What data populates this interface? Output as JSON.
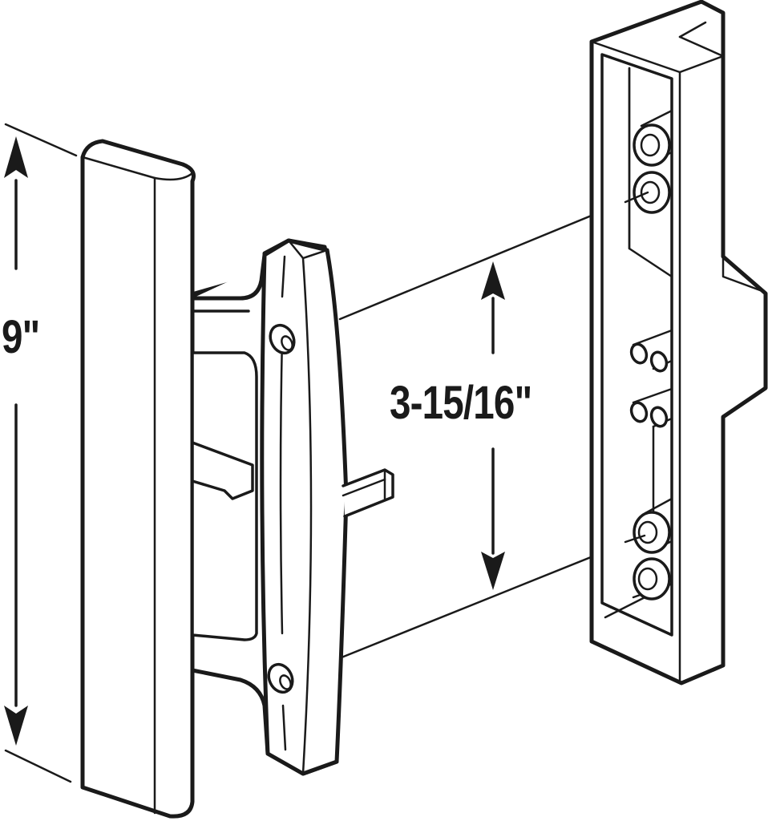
{
  "diagram": {
    "subject": "Sliding door handle set with keeper",
    "components": [
      {
        "id": "outside-pull",
        "label": "Outside pull handle"
      },
      {
        "id": "inside-handle",
        "label": "Inside handle with latch lever"
      },
      {
        "id": "keeper",
        "label": "Keeper / strike housing"
      }
    ],
    "dimensions": {
      "overall_height": {
        "label": "9\"",
        "value": 9,
        "unit": "in"
      },
      "hole_spacing": {
        "label": "3-15/16\"",
        "value": 3.9375,
        "unit": "in"
      }
    },
    "colors": {
      "line": "#1a1a1a",
      "background": "#ffffff"
    }
  }
}
